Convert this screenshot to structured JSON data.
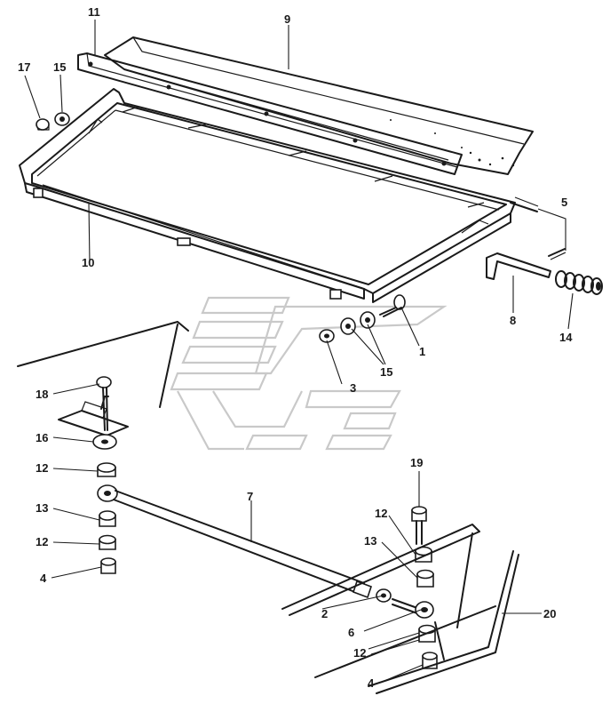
{
  "callouts": [
    {
      "id": "c1",
      "label": "1"
    },
    {
      "id": "c2",
      "label": "2"
    },
    {
      "id": "c3",
      "label": "3"
    },
    {
      "id": "c4a",
      "label": "4"
    },
    {
      "id": "c4b",
      "label": "4"
    },
    {
      "id": "c5",
      "label": "5"
    },
    {
      "id": "c6",
      "label": "6"
    },
    {
      "id": "c7",
      "label": "7"
    },
    {
      "id": "c8",
      "label": "8"
    },
    {
      "id": "c9",
      "label": "9"
    },
    {
      "id": "c10",
      "label": "10"
    },
    {
      "id": "c11",
      "label": "11"
    },
    {
      "id": "c12a",
      "label": "12"
    },
    {
      "id": "c12b",
      "label": "12"
    },
    {
      "id": "c12c",
      "label": "12"
    },
    {
      "id": "c12d",
      "label": "12"
    },
    {
      "id": "c13a",
      "label": "13"
    },
    {
      "id": "c13b",
      "label": "13"
    },
    {
      "id": "c14",
      "label": "14"
    },
    {
      "id": "c15a",
      "label": "15"
    },
    {
      "id": "c15b",
      "label": "15"
    },
    {
      "id": "c16",
      "label": "16"
    },
    {
      "id": "c17",
      "label": "17"
    },
    {
      "id": "c18",
      "label": "18"
    },
    {
      "id": "c19",
      "label": "19"
    },
    {
      "id": "c20",
      "label": "20"
    }
  ]
}
